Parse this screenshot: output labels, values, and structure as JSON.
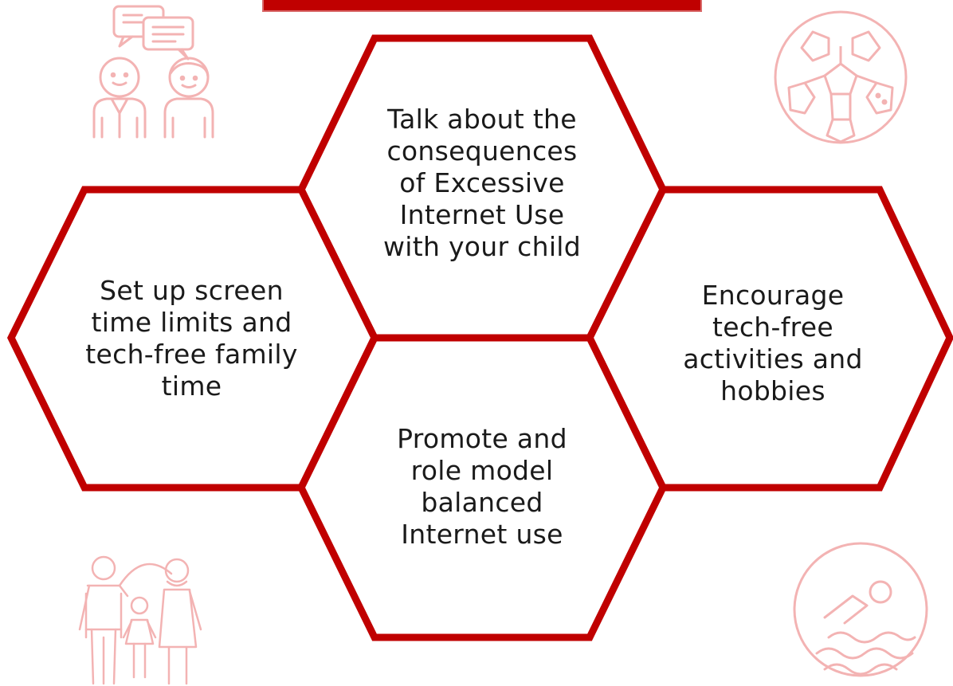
{
  "colors": {
    "accent": "#c00000",
    "icon_tint": "#f3b3b3",
    "text": "#1a1a1a",
    "background": "#ffffff"
  },
  "tips": [
    {
      "id": "talk",
      "text": "Talk about the consequences of Excessive Internet Use with your child"
    },
    {
      "id": "limits",
      "text": "Set up screen time limits and tech-free family time"
    },
    {
      "id": "activities",
      "text": "Encourage tech-free activities and hobbies"
    },
    {
      "id": "role-model",
      "text": "Promote and role model balanced Internet use"
    }
  ],
  "icons": [
    "conversation-icon",
    "soccer-ball-icon",
    "family-icon",
    "swimming-icon"
  ]
}
